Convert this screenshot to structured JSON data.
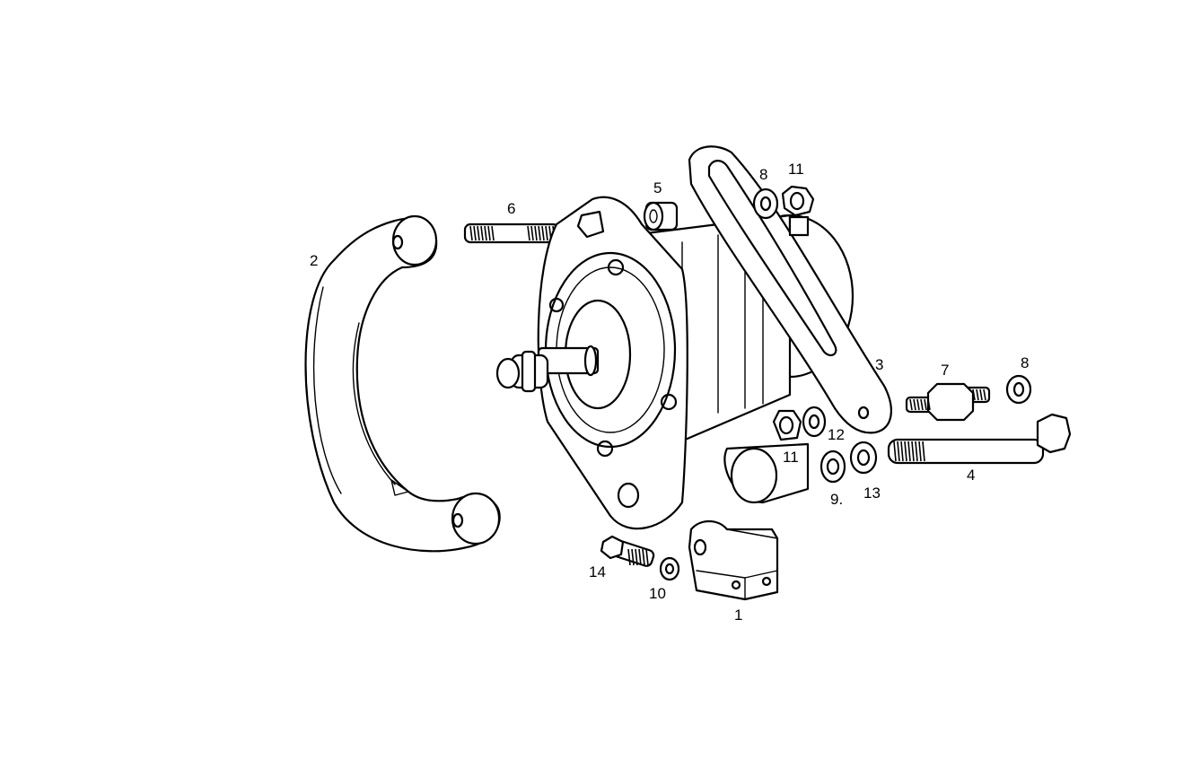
{
  "callouts": [
    {
      "id": "c1",
      "text": "1"
    },
    {
      "id": "c2",
      "text": "2"
    },
    {
      "id": "c3",
      "text": "3"
    },
    {
      "id": "c4",
      "text": "4"
    },
    {
      "id": "c5",
      "text": "5"
    },
    {
      "id": "c6",
      "text": "6"
    },
    {
      "id": "c7",
      "text": "7"
    },
    {
      "id": "c8a",
      "text": "8"
    },
    {
      "id": "c8b",
      "text": "8"
    },
    {
      "id": "c9",
      "text": "9."
    },
    {
      "id": "c10",
      "text": "10"
    },
    {
      "id": "c11a",
      "text": "11"
    },
    {
      "id": "c11b",
      "text": "11"
    },
    {
      "id": "c12",
      "text": "12"
    },
    {
      "id": "c13",
      "text": "13"
    },
    {
      "id": "c14",
      "text": "14"
    }
  ]
}
